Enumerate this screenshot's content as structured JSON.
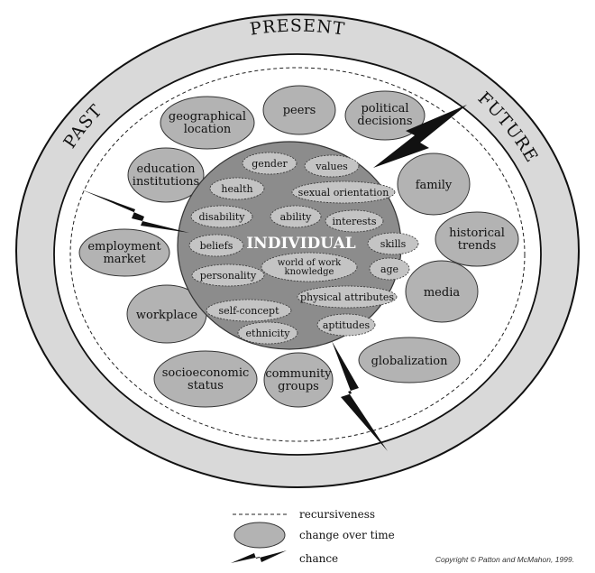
{
  "time_ring": {
    "present": "PRESENT",
    "past": "PAST",
    "future": "FUTURE"
  },
  "center": {
    "title": "INDIVIDUAL"
  },
  "inner_factors": [
    {
      "lines": [
        "gender"
      ]
    },
    {
      "lines": [
        "values"
      ]
    },
    {
      "lines": [
        "health"
      ]
    },
    {
      "lines": [
        "sexual orientation"
      ]
    },
    {
      "lines": [
        "disability"
      ]
    },
    {
      "lines": [
        "ability"
      ]
    },
    {
      "lines": [
        "interests"
      ]
    },
    {
      "lines": [
        "beliefs"
      ]
    },
    {
      "lines": [
        "skills"
      ]
    },
    {
      "lines": [
        "world of work",
        "knowledge"
      ]
    },
    {
      "lines": [
        "age"
      ]
    },
    {
      "lines": [
        "personality"
      ]
    },
    {
      "lines": [
        "physical attributes"
      ]
    },
    {
      "lines": [
        "self-concept"
      ]
    },
    {
      "lines": [
        "aptitudes"
      ]
    },
    {
      "lines": [
        "ethnicity"
      ]
    }
  ],
  "outer_factors": [
    {
      "lines": [
        "geographical",
        "location"
      ]
    },
    {
      "lines": [
        "peers"
      ]
    },
    {
      "lines": [
        "political",
        "decisions"
      ]
    },
    {
      "lines": [
        "education",
        "institutions"
      ]
    },
    {
      "lines": [
        "family"
      ]
    },
    {
      "lines": [
        "employment",
        "market"
      ]
    },
    {
      "lines": [
        "historical",
        "trends"
      ]
    },
    {
      "lines": [
        "workplace"
      ]
    },
    {
      "lines": [
        "media"
      ]
    },
    {
      "lines": [
        "socioeconomic",
        "status"
      ]
    },
    {
      "lines": [
        "community",
        "groups"
      ]
    },
    {
      "lines": [
        "globalization"
      ]
    }
  ],
  "legend": {
    "recursiveness": "recursiveness",
    "change": "change over time",
    "chance": "chance"
  },
  "copyright": "Copyright © Patton and McMahon, 1999.",
  "colors": {
    "ring_fill": "#d9d9d9",
    "outer_ellipse": "#b3b3b3",
    "individual_fill": "#8c8c8c",
    "inner_ellipse": "#c4c4c4",
    "stroke": "#111111"
  }
}
